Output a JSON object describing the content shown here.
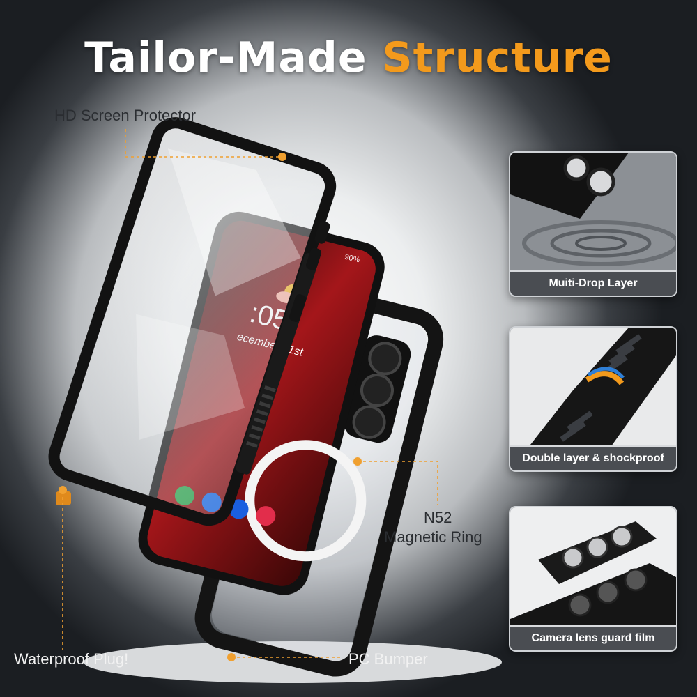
{
  "title": {
    "part1": "Tailor-Made",
    "part2": "Structure"
  },
  "labels": {
    "screen_protector": "HD Screen Protector",
    "magnetic_ring_line1": "N52",
    "magnetic_ring_line2": "Magnetic Ring",
    "waterproof_plug": "Waterproof Plug!",
    "pc_bumper": "PC Bumper"
  },
  "panels": [
    {
      "caption": "Muiti-Drop Layer"
    },
    {
      "caption": "Double layer & shockproof"
    },
    {
      "caption": "Camera lens guard film"
    }
  ],
  "phone_screen": {
    "status": "90%",
    "clock": ":05",
    "date": "ecember 21st"
  },
  "colors": {
    "accent": "#f39a1c",
    "leader": "#f0a030"
  }
}
